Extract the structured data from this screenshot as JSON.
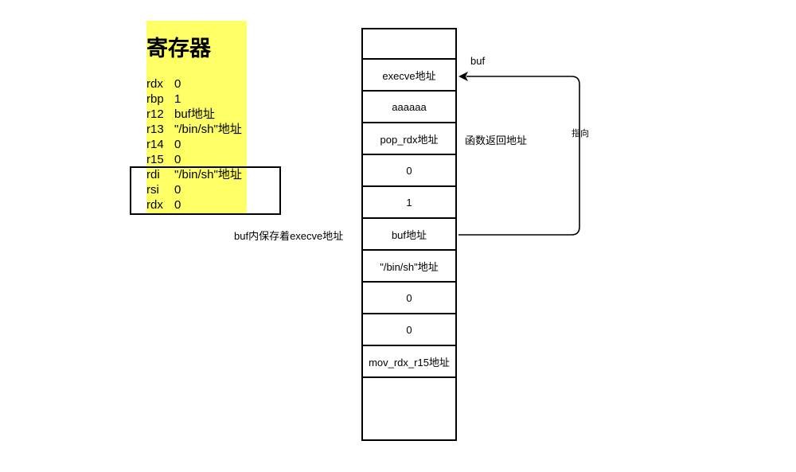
{
  "registers": {
    "title": "寄存器",
    "rows": [
      {
        "name": "rdx",
        "value": "0"
      },
      {
        "name": "rbp",
        "value": "1"
      },
      {
        "name": "r12",
        "value": "buf地址"
      },
      {
        "name": "r13",
        "value": "\"/bin/sh\"地址"
      },
      {
        "name": "r14",
        "value": "0"
      },
      {
        "name": "r15",
        "value": "0"
      },
      {
        "name": "rdi",
        "value": "\"/bin/sh\"地址"
      },
      {
        "name": "rsi",
        "value": "0"
      },
      {
        "name": "rdx",
        "value": "0"
      }
    ]
  },
  "stack": {
    "cells": [
      "",
      "execve地址",
      "aaaaaa",
      "pop_rdx地址",
      "0",
      "1",
      "buf地址",
      "\"/bin/sh\"地址",
      "0",
      "0",
      "mov_rdx_r15地址"
    ]
  },
  "annotations": {
    "buf": "buf",
    "return_address": "函数返回地址",
    "points_to": "指向",
    "buf_contains": "buf内保存着execve地址"
  },
  "colors": {
    "register_panel": "#ffff66",
    "border": "#000000"
  }
}
